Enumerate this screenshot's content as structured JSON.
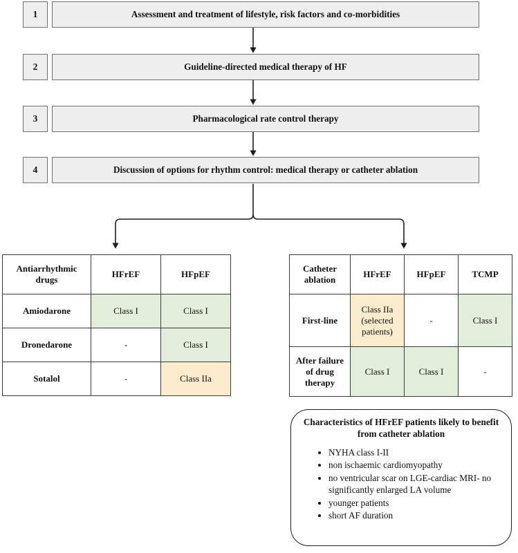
{
  "steps": [
    {
      "num": "1",
      "text": "Assessment and treatment of lifestyle, risk factors and co-morbidities"
    },
    {
      "num": "2",
      "text": "Guideline-directed medical therapy of HF"
    },
    {
      "num": "3",
      "text": "Pharmacological rate control therapy"
    },
    {
      "num": "4",
      "text": "Discussion of options for rhythm control: medical therapy or catheter ablation"
    }
  ],
  "drug_table": {
    "headers": [
      "Antiarrhythmic drugs",
      "HFrEF",
      "HFpEF"
    ],
    "rows": [
      {
        "label": "Amiodarone",
        "cells": [
          {
            "text": "Class I",
            "fill": "green"
          },
          {
            "text": "Class I",
            "fill": "green"
          }
        ]
      },
      {
        "label": "Dronedarone",
        "cells": [
          {
            "text": "-",
            "fill": "plain"
          },
          {
            "text": "Class I",
            "fill": "green"
          }
        ]
      },
      {
        "label": "Sotalol",
        "cells": [
          {
            "text": "-",
            "fill": "plain"
          },
          {
            "text": "Class IIa",
            "fill": "orange"
          }
        ]
      }
    ]
  },
  "ablation_table": {
    "headers": [
      "Catheter ablation",
      "HFrEF",
      "HFpEF",
      "TCMP"
    ],
    "rows": [
      {
        "label": "First-line",
        "cells": [
          {
            "text": "Class IIa (selected patients)",
            "fill": "orange"
          },
          {
            "text": "-",
            "fill": "plain"
          },
          {
            "text": "Class I",
            "fill": "green"
          }
        ]
      },
      {
        "label": "After failure of drug therapy",
        "cells": [
          {
            "text": "Class I",
            "fill": "green"
          },
          {
            "text": "Class I",
            "fill": "green"
          },
          {
            "text": "-",
            "fill": "plain"
          }
        ]
      }
    ]
  },
  "note": {
    "title": "Characteristics of HFrEF patients likely to benefit from catheter ablation",
    "bullets": [
      "NYHA class I-II",
      "non ischaemic cardiomyopathy",
      "no ventricular scar on LGE-cardiac MRI- no significantly enlarged LA volume",
      "younger patients",
      "short AF duration"
    ]
  },
  "colors": {
    "class_i_fill": "#e3efdc",
    "class_iia_fill": "#fcecce",
    "step_fill": "#eeeeee",
    "step_border": "#6f7175",
    "line": "#1d1d1d"
  }
}
